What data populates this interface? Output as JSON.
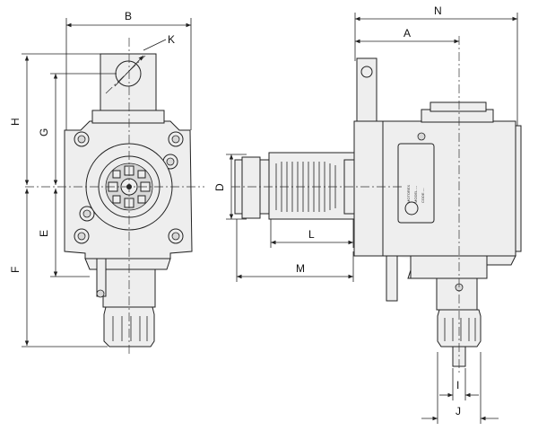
{
  "drawing": {
    "labels": {
      "B": "B",
      "K": "K",
      "H": "H",
      "G": "G",
      "E": "E",
      "F": "F",
      "D": "D",
      "L": "L",
      "M": "M",
      "N": "N",
      "A": "A",
      "I": "I",
      "J": "J"
    }
  }
}
